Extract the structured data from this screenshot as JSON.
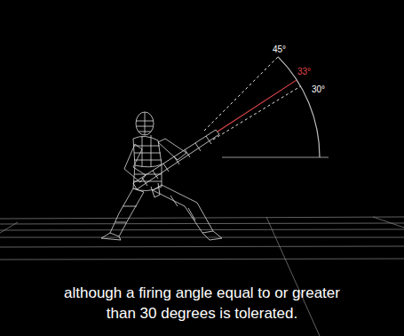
{
  "diagram": {
    "caption": "although a firing angle equal to or greater than 30 degrees is tolerated.",
    "labels": [
      "45°",
      "33°",
      "30°"
    ]
  }
}
